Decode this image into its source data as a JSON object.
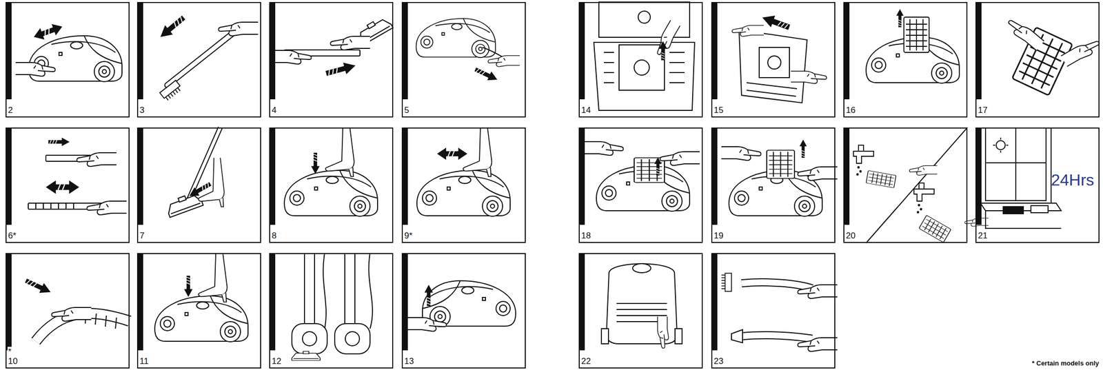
{
  "diagram": {
    "nodes": [
      {
        "text": [
          "2"
        ]
      },
      {
        "text": [
          "3"
        ]
      },
      {
        "text": [
          "4"
        ]
      },
      {
        "text": [
          "5"
        ]
      },
      {
        "text": [
          "6*"
        ]
      },
      {
        "text": [
          "7"
        ]
      },
      {
        "text": [
          "8"
        ]
      },
      {
        "text": [
          "9*"
        ]
      },
      {
        "text": [
          "10",
          "*"
        ]
      },
      {
        "text": [
          "11"
        ]
      },
      {
        "text": [
          "12"
        ]
      },
      {
        "text": [
          "13"
        ]
      },
      {
        "text": [
          "14"
        ]
      },
      {
        "text": [
          "15"
        ]
      },
      {
        "text": [
          "16"
        ]
      },
      {
        "text": [
          "17"
        ]
      },
      {
        "text": [
          "18"
        ]
      },
      {
        "text": [
          "19"
        ]
      },
      {
        "text": [
          "20"
        ]
      },
      {
        "text": [
          "21",
          "24Hrs"
        ]
      },
      {
        "text": [
          "22"
        ]
      },
      {
        "text": [
          "23"
        ]
      }
    ],
    "labels": [
      "* Certain models only"
    ]
  }
}
